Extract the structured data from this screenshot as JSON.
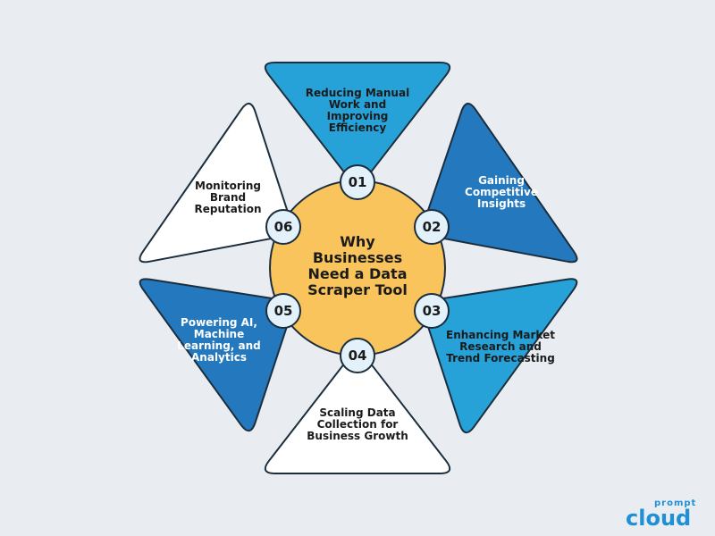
{
  "center": {
    "lines": [
      "Why",
      "Businesses",
      "Need a Data",
      "Scraper Tool"
    ]
  },
  "segments": [
    {
      "number": "01",
      "lines": [
        "Reducing Manual",
        "Work and",
        "Improving",
        "Efficiency"
      ],
      "fill": "#27a2d9",
      "text_color": "#1b1b1b"
    },
    {
      "number": "02",
      "lines": [
        "Gaining",
        "Competitive",
        "Insights"
      ],
      "fill": "#2478be",
      "text_color": "#ffffff"
    },
    {
      "number": "03",
      "lines": [
        "Enhancing Market",
        "Research and",
        "Trend Forecasting"
      ],
      "fill": "#27a2d9",
      "text_color": "#1b1b1b"
    },
    {
      "number": "04",
      "lines": [
        "Scaling Data",
        "Collection for",
        "Business Growth"
      ],
      "fill": "#ffffff",
      "text_color": "#1b1b1b"
    },
    {
      "number": "05",
      "lines": [
        "Powering AI,",
        "Machine",
        "Learning, and",
        "Analytics"
      ],
      "fill": "#2478be",
      "text_color": "#ffffff"
    },
    {
      "number": "06",
      "lines": [
        "Monitoring",
        "Brand",
        "Reputation"
      ],
      "fill": "#ffffff",
      "text_color": "#1b1b1b"
    }
  ],
  "colors": {
    "background": "#e9edf2",
    "center_fill": "#f9c45c",
    "badge_fill": "#e3f1fa",
    "badge_stroke": "#1b2e3d",
    "outline": "#1b2e3d"
  },
  "logo": {
    "small_text": "prompt",
    "big_text": "cloud"
  }
}
